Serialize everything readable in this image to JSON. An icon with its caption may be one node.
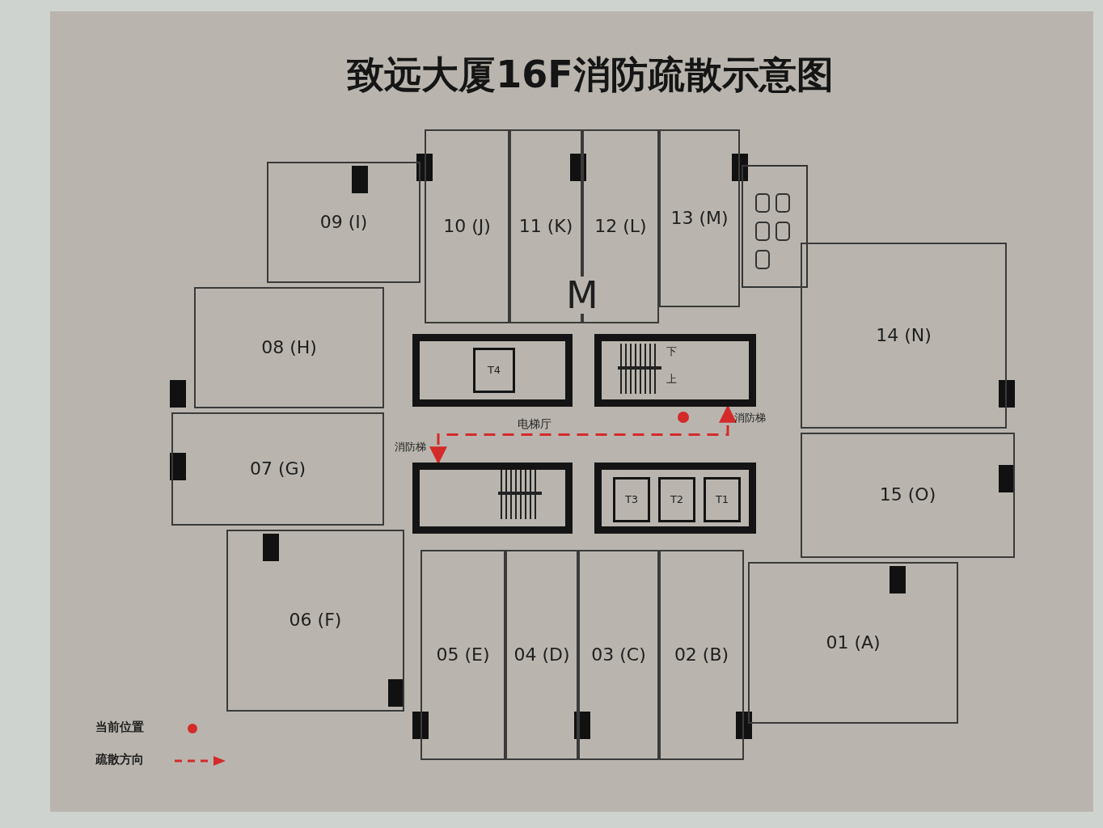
{
  "diagram": {
    "title": "致远大厦16F消防疏散示意图",
    "nodes": [
      {
        "text": [
          "09 (I)"
        ]
      },
      {
        "text": [
          "10 (J)"
        ]
      },
      {
        "text": [
          "11 (K)"
        ]
      },
      {
        "text": [
          "12 (L)"
        ]
      },
      {
        "text": [
          "13 (M)"
        ]
      },
      {
        "text": [
          "08 (H)"
        ]
      },
      {
        "text": [
          "14 (N)"
        ]
      },
      {
        "text": [
          "07 (G)"
        ]
      },
      {
        "text": [
          "15 (O)"
        ]
      },
      {
        "text": [
          "06 (F)"
        ]
      },
      {
        "text": [
          "01 (A)"
        ]
      },
      {
        "text": [
          "05 (E)"
        ]
      },
      {
        "text": [
          "04 (D)"
        ]
      },
      {
        "text": [
          "03 (C)"
        ]
      },
      {
        "text": [
          "02 (B)"
        ]
      },
      {
        "text": [],
        "shape": "box"
      },
      {
        "text": [
          "T4"
        ],
        "in": 15
      },
      {
        "text": [
          "下",
          "上"
        ],
        "beside": [
          "消防梯"
        ]
      },
      {
        "text": [],
        "shape": "box",
        "beside": [
          "消防梯"
        ]
      },
      {
        "text": [],
        "shape": "box"
      },
      {
        "text": [
          "T3"
        ],
        "in": 19
      },
      {
        "text": [
          "T2"
        ],
        "in": 19
      },
      {
        "text": [
          "T1"
        ],
        "in": 19
      }
    ],
    "edges": [
      {
        "from": 17,
        "to": 18,
        "arrow": "both",
        "style": "dashed",
        "color": "#d42a2a"
      }
    ],
    "labels": [
      "M",
      "电梯厅"
    ],
    "legend": [
      {
        "text": "当前位置"
      },
      {
        "text": "疏散方向"
      }
    ]
  }
}
